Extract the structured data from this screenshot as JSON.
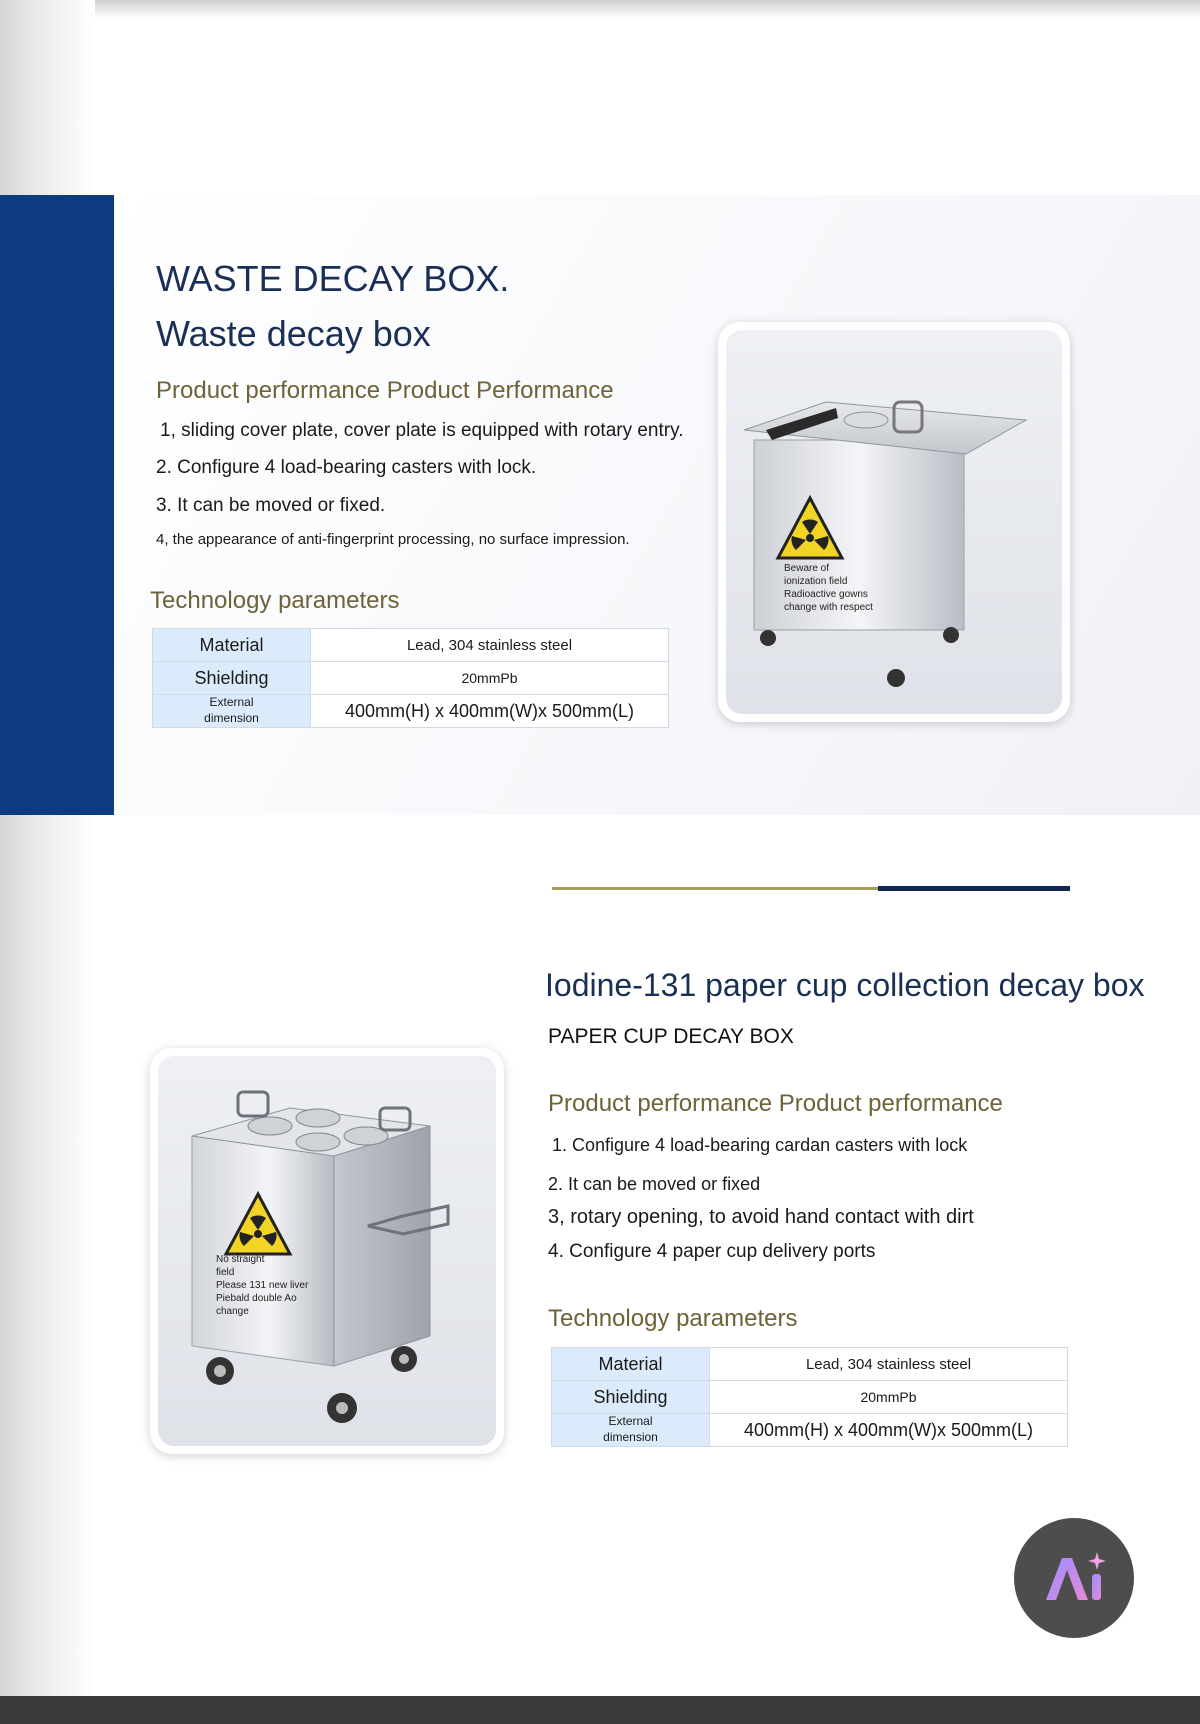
{
  "section1": {
    "title_line1": "WASTE DECAY BOX.",
    "title_line2": "Waste decay box",
    "performance_heading": "Product performance Product Performance",
    "bullets": [
      "1, sliding cover plate, cover plate is equipped with rotary entry.",
      "2. Configure 4 load-bearing casters with lock.",
      "3. It can be moved or fixed.",
      "4, the appearance of anti-fingerprint processing, no surface impression."
    ],
    "tech_heading": "Technology parameters",
    "params": [
      {
        "key": "Material",
        "value": "Lead, 304 stainless steel"
      },
      {
        "key": "Shielding",
        "value": "20mmPb"
      },
      {
        "key": "External\ndimension",
        "value": "400mm(H) x 400mm(W)x 500mm(L)"
      }
    ],
    "product_sign": "Beware of\nionization field\nRadioactive gowns\nchange with respect"
  },
  "section2": {
    "title": "Iodine-131 paper cup collection decay box",
    "subtitle": "PAPER CUP DECAY BOX",
    "performance_heading": "Product performance Product performance",
    "bullets": [
      "1. Configure 4 load-bearing cardan casters with lock",
      "2. It can be moved or fixed",
      "3, rotary opening, to avoid hand contact with dirt",
      "4. Configure 4 paper cup delivery ports"
    ],
    "tech_heading": "Technology parameters",
    "params": [
      {
        "key": "Material",
        "value": "Lead, 304 stainless steel"
      },
      {
        "key": "Shielding",
        "value": "20mmPb"
      },
      {
        "key": "External\ndimension",
        "value": "400mm(H) x 400mm(W)x 500mm(L)"
      }
    ],
    "product_sign": "No straight\nfield\nPlease 131 new liver\nPiebald double Ao\nchange"
  },
  "badge": {
    "icon": "ai-sparkle-icon",
    "label": "Ai"
  },
  "colors": {
    "brand_blue": "#0d3b80",
    "title_navy": "#1a2f55",
    "heading_olive": "#6e6238",
    "table_key_bg": "#dcebfb",
    "divider_gold": "#a89c5c",
    "divider_navy": "#10284f"
  }
}
